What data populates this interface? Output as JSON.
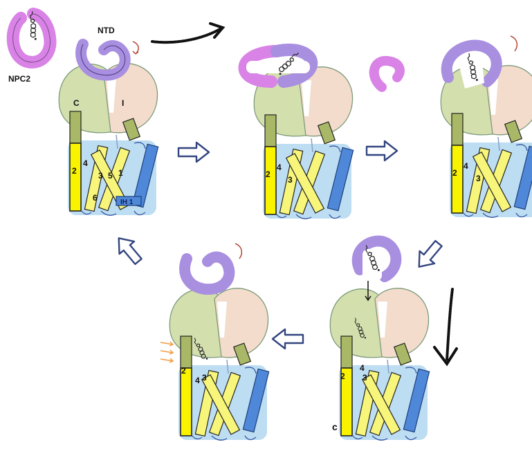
{
  "labels": {
    "npc2": "NPC2",
    "ntd": "NTD",
    "domain_c": "C",
    "domain_i": "I",
    "ih1": "IH 1",
    "partial_glyph": "c"
  },
  "helix_numbers": {
    "two": "2",
    "three": "3",
    "four": "4",
    "five": "5",
    "six": "6",
    "one": "1"
  },
  "colors": {
    "ntd_lavender": "#a98fe0",
    "npc2_pink": "#d983e6",
    "c_domain_green": "#d4dfae",
    "i_domain_peach": "#f3dccb",
    "membrane_blue": "#a7d2ee",
    "helix_yellow": "#f7f57a",
    "helix_bright_yellow": "#f9f300",
    "helix_blue": "#4f88d8",
    "helix_olive": "#a8b866",
    "open_arrow_stroke": "#33457f",
    "motion_arrow_red": "#b33a2b",
    "lipid_arrows_orange": "#f29a3a",
    "cholesterol_black": "#222222"
  },
  "icons": [
    "open-arrow-icon",
    "rotation-arrow-icon",
    "brush-arrow-icon",
    "cholesterol-icon"
  ]
}
